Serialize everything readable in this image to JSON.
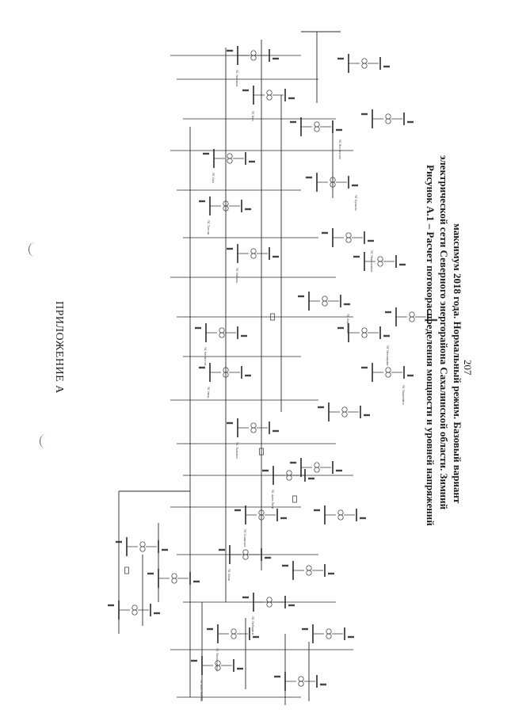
{
  "header": {
    "appendix_title": "ПРИЛОЖЕНИЕ А"
  },
  "caption": {
    "line1": "Рисунок А.1 – Расчет потокораспределения мощности и уровней напряжений",
    "line2": "электрической сети Северного энергорайона Сахалинской области. Зимний",
    "line3": "максимум 2018 года. Нормальный режим. Базовый вариант"
  },
  "footer": {
    "page_number": "207"
  },
  "diagram": {
    "substation_labels": [
      "ПС Ноглики",
      "ПС Вал",
      "ПС Оха",
      "ПС Тунгор",
      "ПС Набиль",
      "ПС Катангли",
      "ПС Ныш",
      "ПС Тымовск",
      "ПС Арги-Паги",
      "ПС Смирных",
      "ПС Онор",
      "ПС Победино",
      "ПС Пограничное",
      "ПС Адо-Тымово",
      "ПС Восточная",
      "ПС Буюклы",
      "ПС Первомайск",
      "ПС Кировская",
      "ПС Леонидово",
      "ПС Поронайск"
    ]
  }
}
